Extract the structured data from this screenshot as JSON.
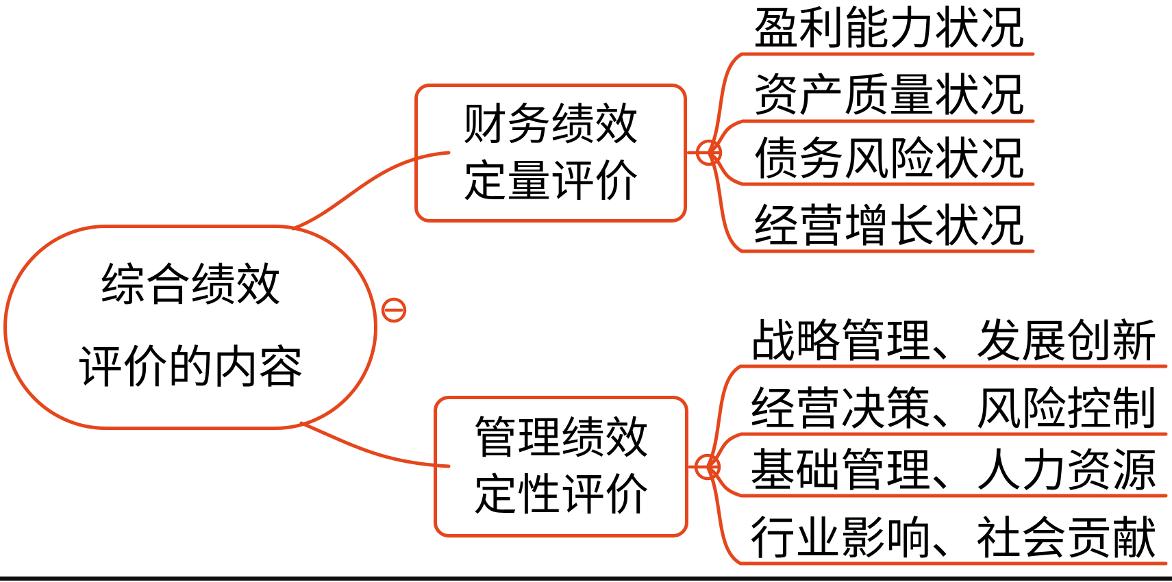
{
  "diagram": {
    "type": "mindmap",
    "root": {
      "lines": [
        "综合绩效",
        "评价的内容"
      ],
      "collapse_icon": "minus-in-circle"
    },
    "branches": [
      {
        "lines": [
          "财务绩效",
          "定量评价"
        ],
        "collapse_icon": "minus-in-circle",
        "children": [
          "盈利能力状况",
          "资产质量状况",
          "债务风险状况",
          "经营增长状况"
        ]
      },
      {
        "lines": [
          "管理绩效",
          "定性评价"
        ],
        "collapse_icon": "minus-in-circle",
        "children": [
          "战略管理、发展创新",
          "经营决策、风险控制",
          "基础管理、人力资源",
          "行业影响、社会贡献"
        ]
      }
    ],
    "colors": {
      "accent": "#e5461c",
      "text": "#000000",
      "background": "#ffffff",
      "divider": "#0d0d0d"
    }
  }
}
